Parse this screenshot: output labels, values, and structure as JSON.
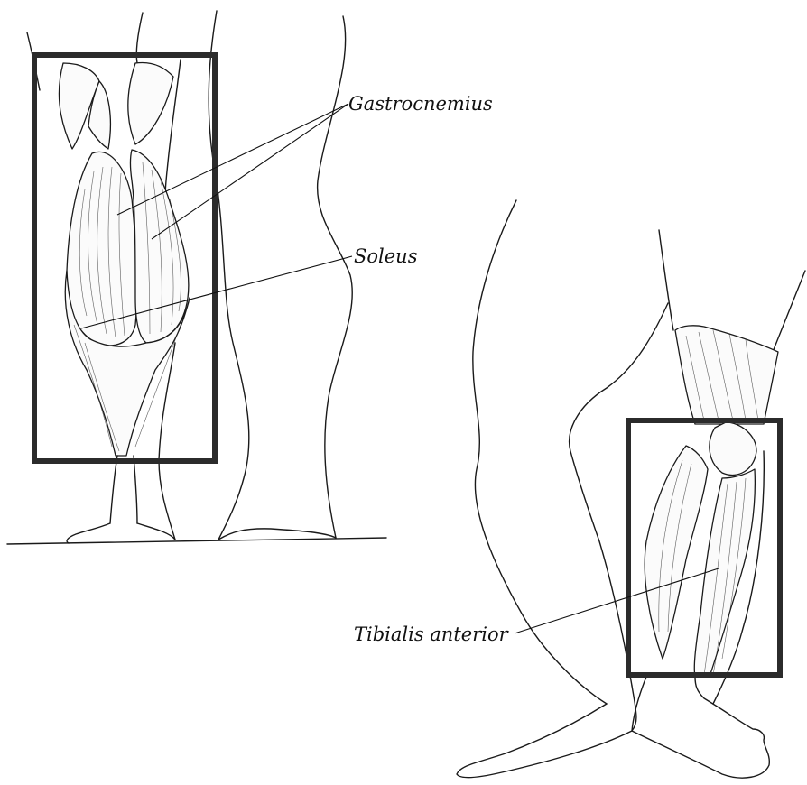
{
  "labels": {
    "gastrocnemius": "Gastrocnemius",
    "soleus": "Soleus",
    "tibialis_anterior": "Tibialis anterior"
  }
}
